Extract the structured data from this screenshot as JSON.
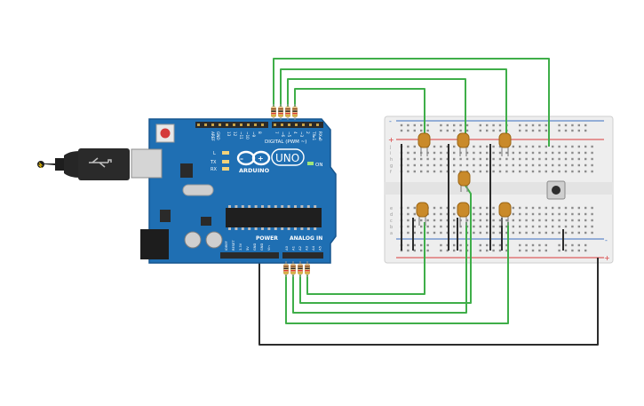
{
  "arduino": {
    "pin_header_labels": [
      "AREF",
      "GND",
      "13",
      "12",
      "~11",
      "~10",
      "~9",
      "8",
      "7",
      "~6",
      "~5",
      "4",
      "~3",
      "2",
      "TX▸1",
      "RX◂0"
    ],
    "digital_label": "DIGITAL (PWM ~)",
    "brand_text": "ARDUINO",
    "model_text": "UNO",
    "on_label": "ON",
    "led_labels": [
      "L",
      "TX",
      "RX"
    ],
    "power_label": "POWER",
    "analog_label": "ANALOG IN",
    "power_pin_labels": [
      "IOREF",
      "RESET",
      "3.3V",
      "5V",
      "GND",
      "GND",
      "Vin"
    ],
    "analog_pin_labels": [
      "A0",
      "A1",
      "A2",
      "A3",
      "A4",
      "A5"
    ]
  },
  "breadboard": {
    "row_letters_top": [
      "j",
      "i",
      "h",
      "g",
      "f"
    ],
    "row_letters_bottom": [
      "e",
      "d",
      "c",
      "b",
      "a"
    ],
    "rail_plus": "+",
    "rail_minus": "-"
  },
  "colors": {
    "board_blue": "#1f6fb3",
    "board_dark": "#17568f",
    "wire_green": "#3fae49",
    "wire_black": "#2c2c2c",
    "breadboard_bg": "#eeeeee",
    "rail_red": "#d83b3b",
    "rail_blue": "#3a6fc0",
    "led_amber": "#c98a2a",
    "resistor_tan": "#e9c48b"
  }
}
